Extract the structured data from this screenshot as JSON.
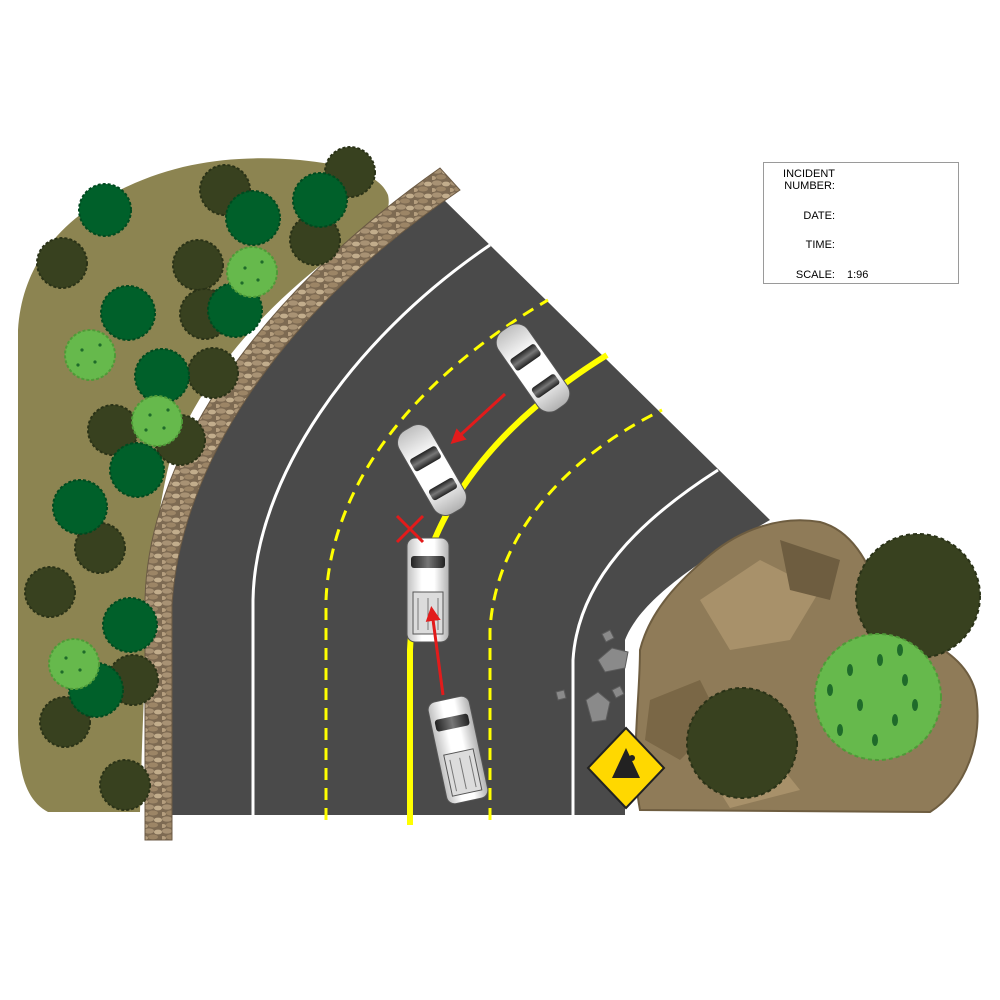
{
  "info_box": {
    "incident_line1": "INCIDENT",
    "incident_line2": "NUMBER:",
    "date_label": "DATE:",
    "date_value": "",
    "time_label": "TIME:",
    "time_value": "",
    "scale_label": "SCALE:",
    "scale_value": "1:96"
  },
  "colors": {
    "asphalt": "#4a4a4a",
    "lane_white": "#ffffff",
    "center_yellow": "#ffff00",
    "grass": "#8c8451",
    "tree_dark": "#38411f",
    "tree_green": "#00602a",
    "tree_light": "#66b94c",
    "rock": "#8f7b58",
    "arrow_red": "#e21b1b",
    "sign_yellow": "#ffd800"
  },
  "icons": [
    "falling-rocks-sign-icon",
    "collision-x-icon",
    "direction-arrow-icon"
  ]
}
